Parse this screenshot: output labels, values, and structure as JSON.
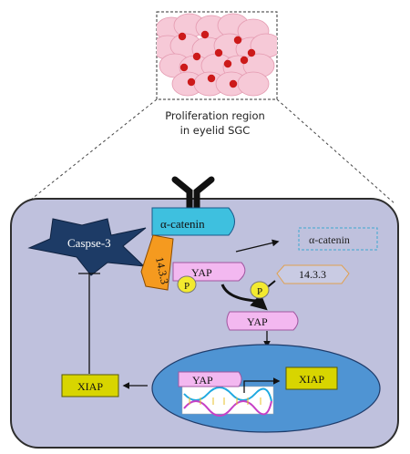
{
  "top_caption": [
    "Proliferation region",
    "in eyelid SGC"
  ],
  "labels": {
    "caspase": "Caspse-3",
    "alpha_catenin_membrane": "α-catenin",
    "alpha_catenin_free": "α-catenin",
    "protein_1433_bound": "14.3.3",
    "protein_1433_free": "14.3.3",
    "yap_bound": "YAP",
    "yap_free": "YAP",
    "yap_nucleus": "YAP",
    "phospho_1": "P",
    "phospho_2": "P",
    "xiap_cytoplasm": "XIAP",
    "xiap_nucleus": "XIAP"
  },
  "colors": {
    "cell_fill": "#bfc1dd",
    "cell_border": "#333333",
    "nucleus_fill": "#4f94d3",
    "catenin_fill": "#3ec0df",
    "caspase_fill": "#1d3b66",
    "protein_1433_fill": "#f59a1f",
    "yap_fill": "#f3b8f0",
    "phospho_fill": "#f3ea2f",
    "xiap_fill": "#d8d500",
    "tissue_cell_fill": "#f6c9d7",
    "tissue_nucleus_fill": "#cc1a1a"
  }
}
